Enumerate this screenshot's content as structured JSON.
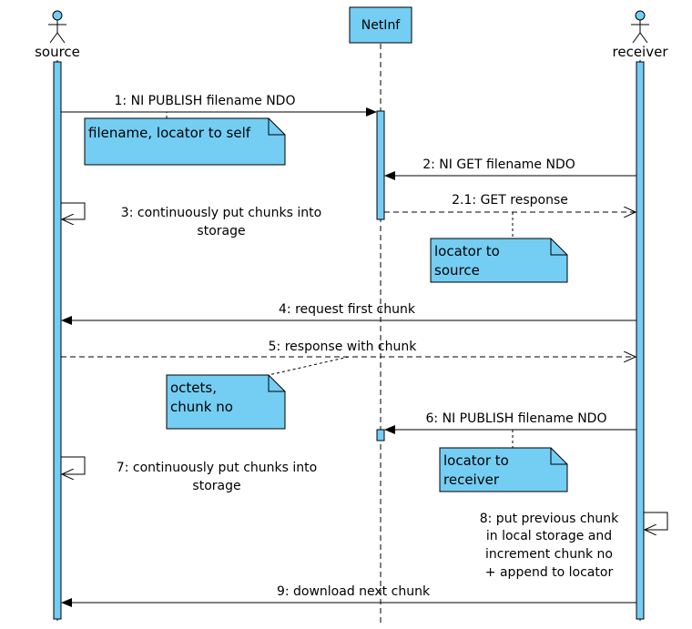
{
  "participants": {
    "source": {
      "label": "source"
    },
    "netinf": {
      "label": "NetInf"
    },
    "receiver": {
      "label": "receiver"
    }
  },
  "messages": {
    "m1": "1: NI PUBLISH filename NDO",
    "m2": "2: NI GET filename NDO",
    "m21": "2.1: GET response",
    "m3": [
      "3: continuously put chunks into",
      "storage"
    ],
    "m4": "4: request first chunk",
    "m5": "5: response with chunk",
    "m6": "6: NI PUBLISH filename NDO",
    "m7": [
      "7: continuously put chunks into",
      "storage"
    ],
    "m8": [
      "8: put previous chunk",
      "in local storage and",
      "increment chunk no",
      "+ append to locator"
    ],
    "m9": "9: download next chunk"
  },
  "notes": {
    "n1": [
      "filename, locator to self"
    ],
    "n2": [
      "locator to",
      "source"
    ],
    "n3": [
      "octets,",
      "chunk no"
    ],
    "n4": [
      "locator to",
      "receiver"
    ]
  },
  "colors": {
    "activation": "#74cdf3",
    "note_fill": "#74cdf3",
    "line": "#000000"
  }
}
